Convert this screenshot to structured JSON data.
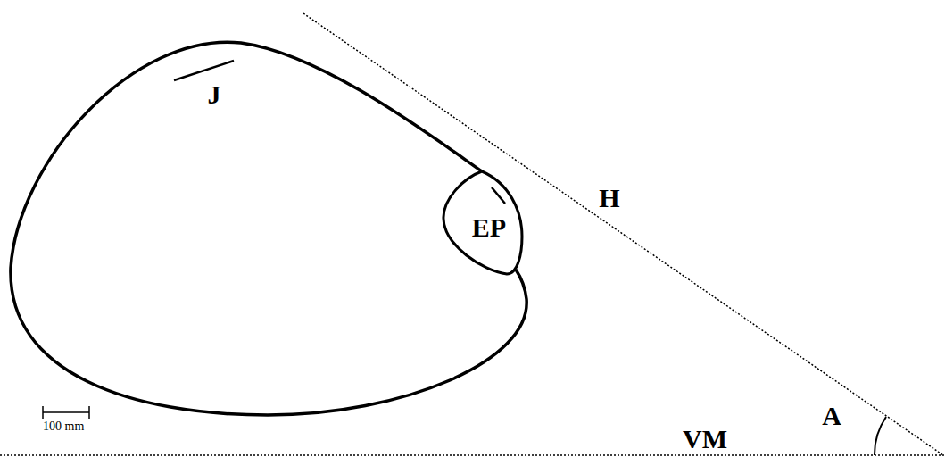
{
  "diagram": {
    "nodes": [
      {
        "text": [
          "EP"
        ]
      }
    ],
    "labels": [
      "J",
      "H",
      "A",
      "VM",
      "100 mm"
    ]
  }
}
